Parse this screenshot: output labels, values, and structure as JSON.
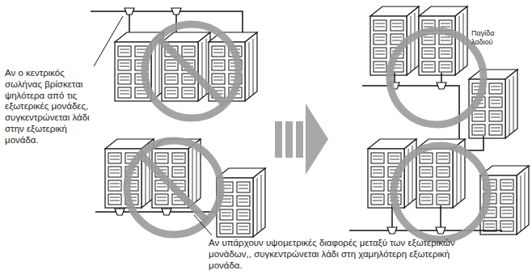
{
  "diagram": {
    "labels": [
      "Αν ο κεντρικός σωλήνας βρίσκεται ψηλότερα από τις εξωτερικές μονάδες, συγκεντρώνεται λάδι στην εξωτερική μονάδα.",
      "Αν υπάρχουν υψομετρικές διαφορές μεταξύ των εξωτερικών μονάδων,, συγκεντρώνεται λάδι στη χαμηλότερη εξωτερική μονάδα.",
      "Παγίδα λαδιού"
    ]
  }
}
